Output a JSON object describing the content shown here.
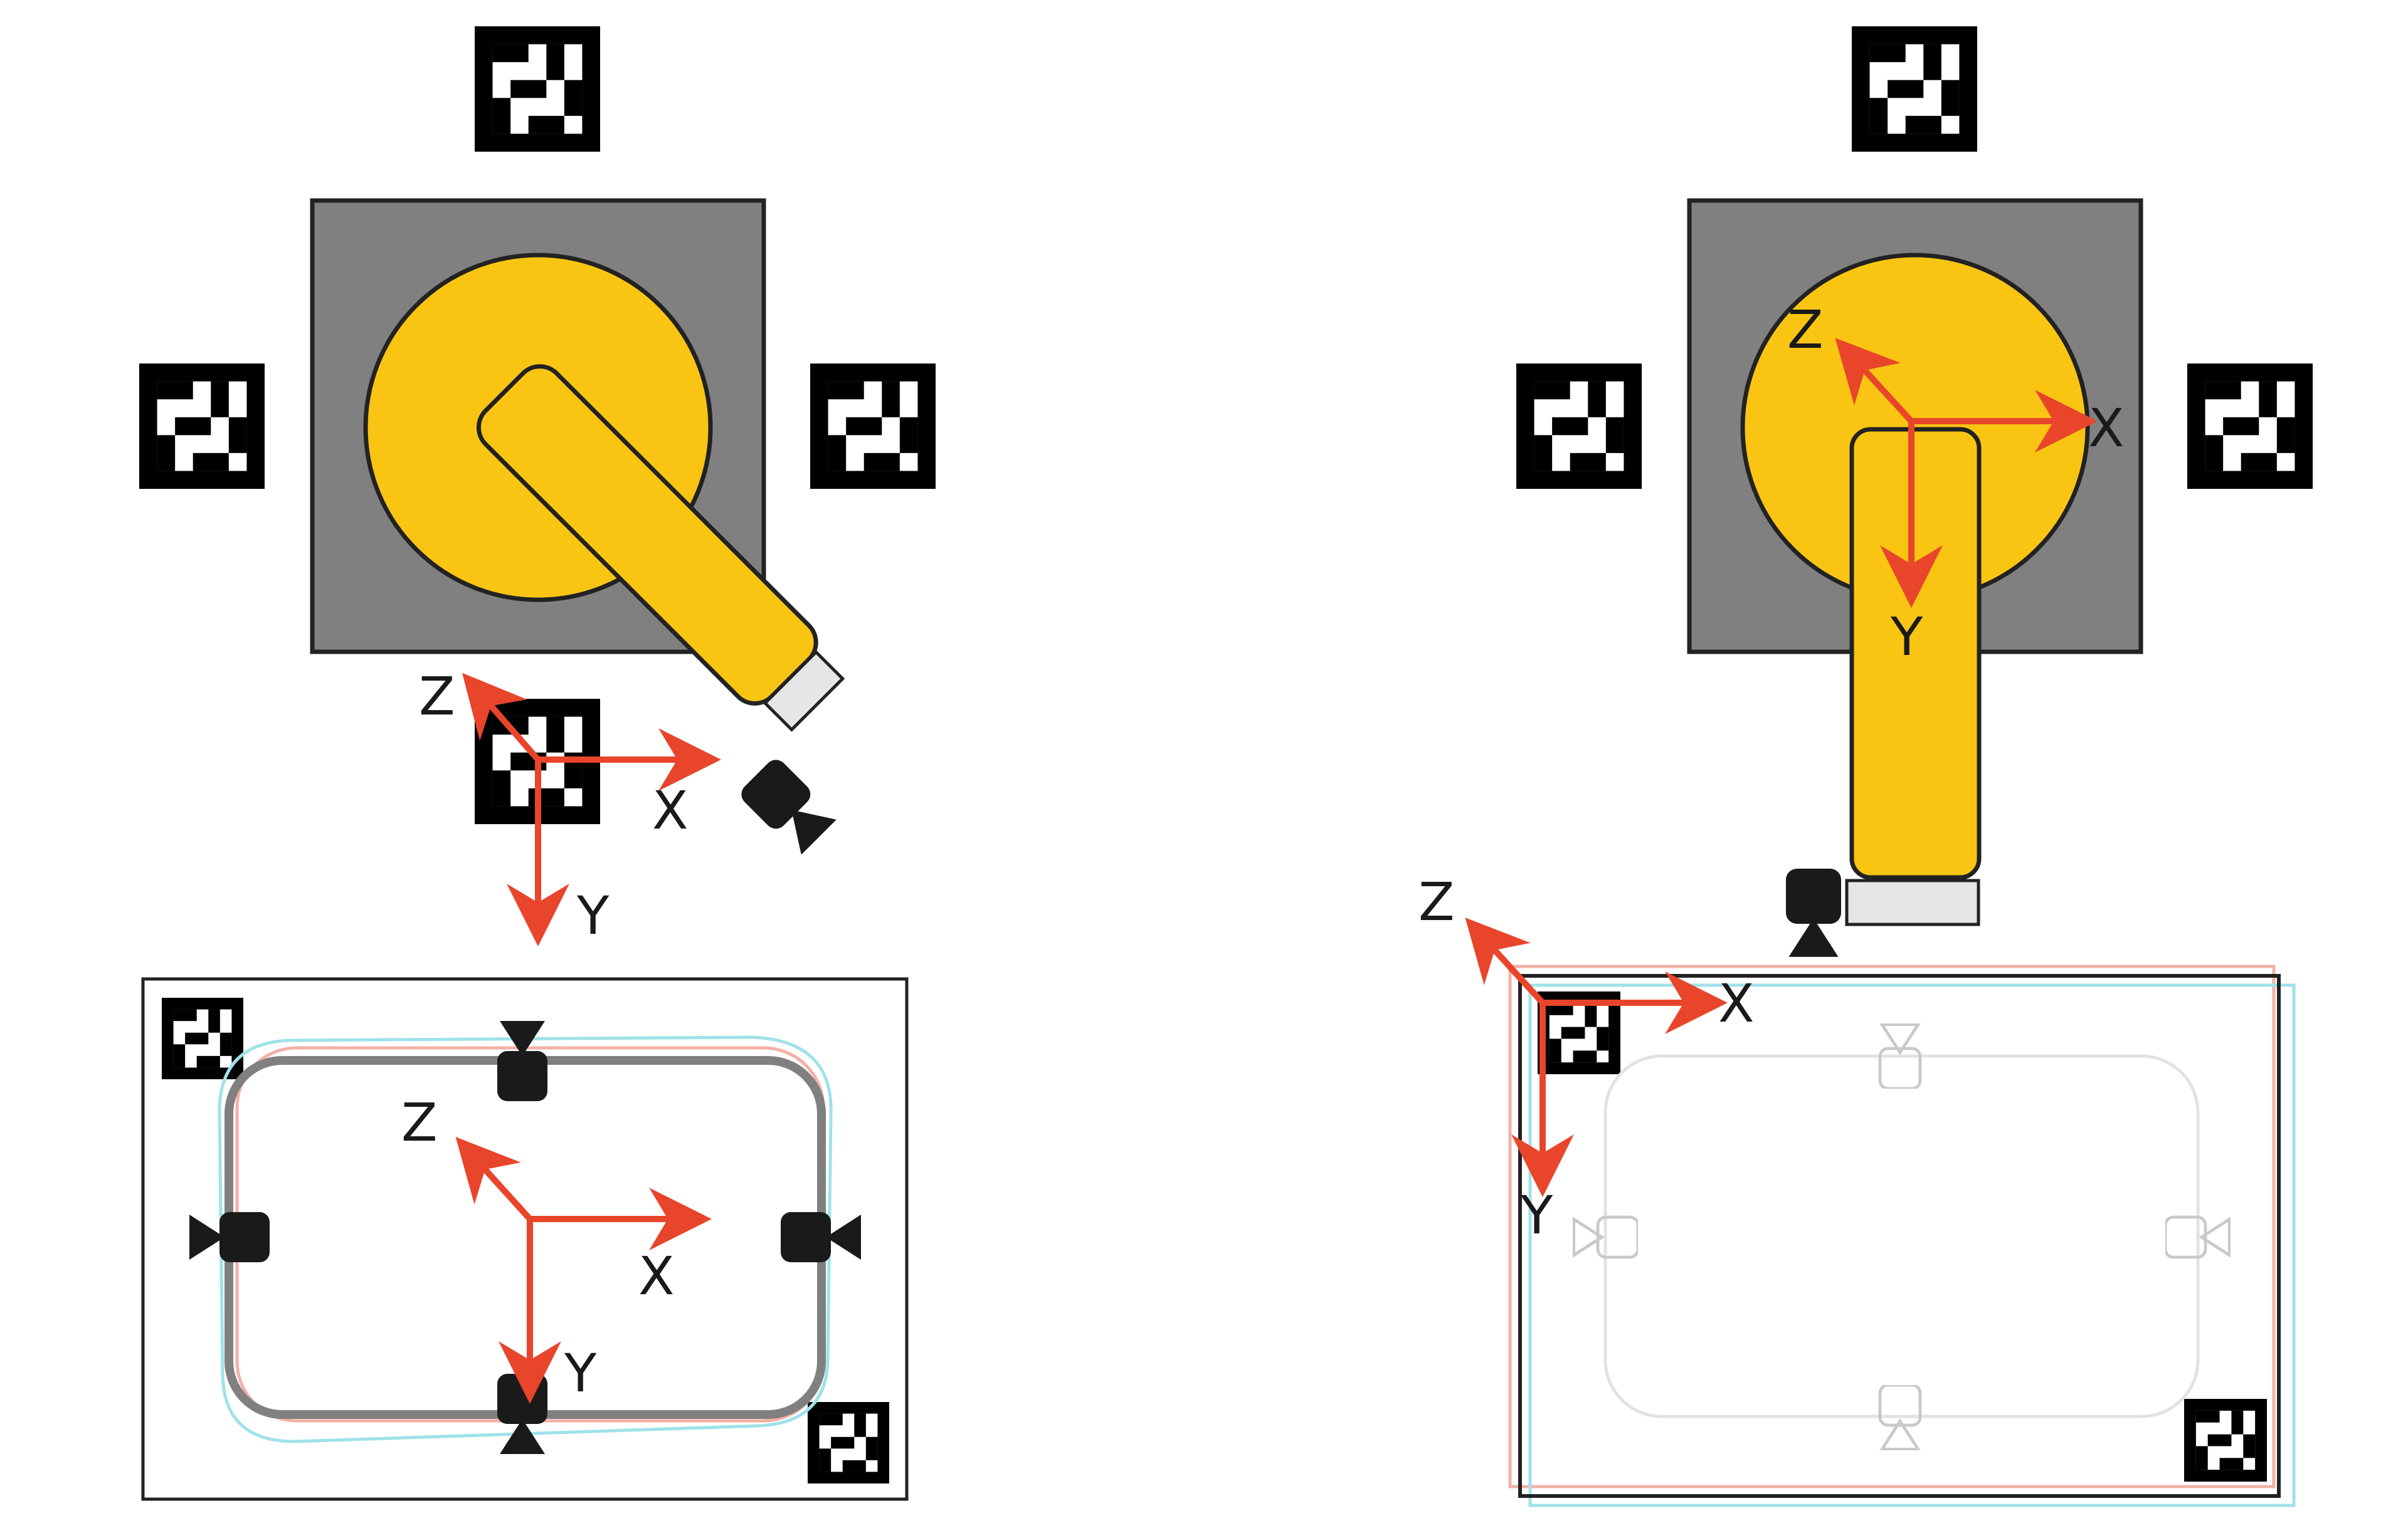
{
  "panels": [
    {
      "id": "before",
      "base_axes": {
        "x": "X",
        "y": "Y",
        "z": "Z"
      },
      "plate_axes": {
        "x": "X",
        "y": "Y",
        "z": "Z"
      }
    },
    {
      "id": "after",
      "tool_axes": {
        "x": "X",
        "y": "Y",
        "z": "Z"
      },
      "plate_axes": {
        "x": "X",
        "y": "Y",
        "z": "Z"
      }
    }
  ],
  "colors": {
    "axis": "#e8452b",
    "robot_body": "#f9c512",
    "base_plate": "#808080",
    "marker": "#000000",
    "camera": "#1a1a1a",
    "outline": "#222222",
    "ghost_red": "#f4b0a6",
    "ghost_cyan": "#9fe2ea"
  },
  "icons": [
    "aruco-marker",
    "camera-icon",
    "robot-arm",
    "coordinate-frame"
  ]
}
